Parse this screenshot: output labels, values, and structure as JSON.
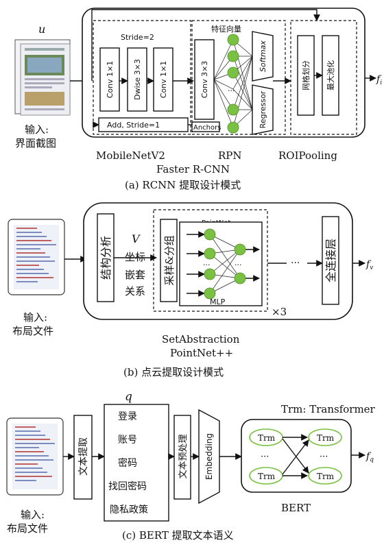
{
  "a": {
    "u_label": "u",
    "input_label": [
      "输入:",
      "界面截图"
    ],
    "stride2": "Stride=2",
    "conv1": "Conv 1×1",
    "dwise": "Dwise 3×3",
    "conv2": "Conv 1×1",
    "add": "Add, Stride=1",
    "feat": "特征向量",
    "rpn_conv": "Conv 3×3",
    "anchors": "Anchors",
    "softmax": "Softmax",
    "regressor": "Regressor",
    "dots": "···",
    "grid": "网格划分",
    "maxpool": "最大池化",
    "out": "f",
    "out_sub": "i",
    "mobilenet": "MobileNetV2",
    "rpn": "RPN",
    "roipool": "ROIPooling",
    "frcnn": "Faster R-CNN",
    "caption": "(a) RCNN 提取设计模式"
  },
  "b": {
    "input_label": [
      "输入:",
      "布局文件"
    ],
    "struct": "结构分析",
    "V": "V",
    "coord": [
      "坐标",
      "嵌套",
      "关系"
    ],
    "pointnet": "PointNet",
    "sample": "采样&分组",
    "mlp": "MLP",
    "times3": "×3",
    "dots": "···",
    "fc": "全连接层",
    "out": "f",
    "out_sub": "v",
    "setabs": "SetAbstraction",
    "pointnetpp": "PointNet++",
    "caption": "(b) 点云提取设计模式"
  },
  "c": {
    "input_label": [
      "输入:",
      "布局文件"
    ],
    "q": "q",
    "textextract": "文本提取",
    "words": [
      "登录",
      "账号",
      "密码",
      "找回密码",
      "隐私政策"
    ],
    "preprocess": "文本预处理",
    "embedding": "Embedding",
    "trm_legend": "Trm: Transformer",
    "trm": "Trm",
    "dots": "···",
    "bert": "BERT",
    "out": "f",
    "out_sub": "q",
    "caption": "(c) BERT 提取文本语义"
  }
}
